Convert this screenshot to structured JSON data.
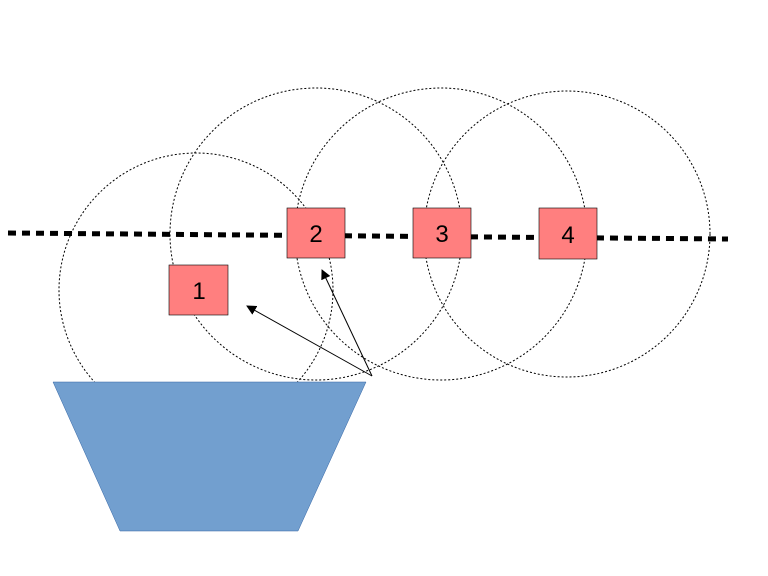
{
  "colors": {
    "background": "#ffffff",
    "node_fill": "#ff7f7f",
    "node_stroke": "#000000",
    "container_fill": "#729fcf",
    "line": "#000000",
    "range_circle_stroke": "#000000"
  },
  "diagram": {
    "nodes": [
      {
        "label": "1"
      },
      {
        "label": "2"
      },
      {
        "label": "3"
      },
      {
        "label": "4"
      }
    ]
  }
}
